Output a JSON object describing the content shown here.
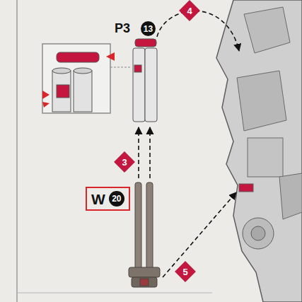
{
  "diagram": {
    "nodes": [
      {
        "text": [
          "13"
        ]
      },
      {
        "text": [
          "4"
        ]
      },
      {
        "text": [
          "3"
        ]
      },
      {
        "text": [
          "W"
        ]
      },
      {
        "text": [
          "20"
        ],
        "in": 3
      },
      {
        "text": [
          "5"
        ]
      }
    ],
    "labels": [
      "P3"
    ]
  }
}
